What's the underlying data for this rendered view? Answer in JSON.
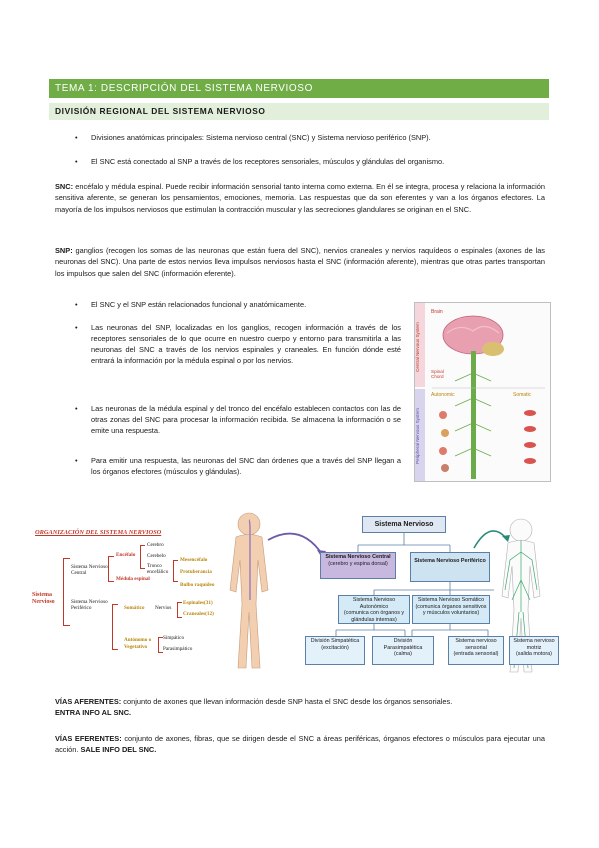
{
  "header": {
    "title": "TEMA 1: DESCRIPCIÓN DEL SISTEMA NERVIOSO",
    "subtitle": "DIVISIÓN REGIONAL DEL SISTEMA NERVIOSO"
  },
  "bullets_top": [
    "Divisiones anatómicas principales: Sistema nervioso central (SNC) y Sistema nervioso periférico (SNP).",
    "El SNC está conectado al SNP a través de los receptores sensoriales, músculos y glándulas del organismo."
  ],
  "paragraph_snc": {
    "lead": "SNC:",
    "text": " encéfalo y médula espinal. Puede recibir información sensorial tanto interna como externa. En él se integra, procesa y relaciona la información sensitiva aferente, se generan los pensamientos, emociones, memoria. Las respuestas que da son eferentes y van a los órganos efectores. La mayoría de los impulsos nerviosos que estimulan la contracción muscular y las secreciones glandulares se originan en el SNC."
  },
  "paragraph_snp": {
    "lead": "SNP:",
    "text": " ganglios (recogen los somas de las neuronas que están fuera del SNC), nervios craneales y nervios raquídeos o espinales (axones de las neuronas del SNC). Una parte de estos nervios lleva impulsos nerviosos hasta el SNC (información aferente), mientras que otras partes transportan los impulsos que salen del SNC (información eferente)."
  },
  "bullets_mid": [
    "El SNC y el SNP están relacionados funcional y anatómicamente.",
    "Las neuronas del SNP, localizadas en los ganglios, recogen información a través de los receptores sensoriales de lo que ocurre en nuestro cuerpo y entorno para transmitirla a las neuronas del SNC a través de los nervios espinales y craneales. En función dónde esté entrará la información por la médula espinal o por los nervios.",
    "Las neuronas de la médula espinal y del tronco del encéfalo establecen contactos con las de otras zonas del SNC para procesar la información recibida. Se almacena la información o se emite una respuesta.",
    "Para emitir una respuesta, las neuronas del SNC dan órdenes que a través del SNP llegan a los órganos efectores (músculos y glándulas)."
  ],
  "figure_right": {
    "label_cns": "Central Nervous System",
    "label_pns": "Peripheral Nervous System",
    "brain": "Brain",
    "spinal": "Spinal Chord",
    "autonomic": "Autonomic",
    "somatic": "Somatic"
  },
  "org_chart": {
    "title": "ORGANIZACIÓN DEL SISTEMA NERVIOSO",
    "root": "Sistema Nervioso",
    "central": "Sistema Nervioso Central",
    "encefalo": "Encéfalo",
    "cerebro": "Cerebro",
    "cerebelo": "Cerebelo",
    "tronco": "Tronco encefálico",
    "mesencefalo": "Mesencéfalo",
    "protuberancia": "Protuberancia",
    "bulbo": "Bulbo raquídeo",
    "medula": "Médula espinal",
    "periferico": "Sistema Nervioso Periférico",
    "somatico": "Somático",
    "nervios": "Nervios",
    "espinales": "Espinales(31)",
    "craneales": "Craneales(12)",
    "autonomo": "Autónomo o Vegetativo",
    "simpatico": "Simpático",
    "parasimpatico": "Parasimpático"
  },
  "flow_chart": {
    "root": "Sistema Nervioso",
    "snc": "Sistema Nervioso Central",
    "snc_sub": "(cerebro y espina dorsal)",
    "snp": "Sistema Nervioso Periférico",
    "autonomo": "Sistema Nervioso Autonómico",
    "autonomo_sub": "(comunica con órganos y glándulas internas)",
    "somatico": "Sistema Nervioso Somático",
    "somatico_sub": "(comunica órganos sensitivos y músculos voluntarios)",
    "simpatica": "División Simpatética",
    "simpatica_sub": "(excitación)",
    "parasimpatica": "División Parasimpatética",
    "parasimpatica_sub": "(calma)",
    "sensorial": "Sistema nervioso sensorial",
    "sensorial_sub": "(entrada sensorial)",
    "motriz": "Sistema nervioso motriz",
    "motriz_sub": "(salida motora)"
  },
  "paragraph_aferentes": {
    "lead": "VÍAS AFERENTES:",
    "text": " conjunto de axones que llevan información desde SNP hasta el SNC desde los órganos sensoriales.",
    "tail": "ENTRA INFO AL SNC."
  },
  "paragraph_eferentes": {
    "lead": "VÍAS EFERENTES:",
    "text": " conjunto de axones, fibras, que se dirigen desde el SNC a áreas periféricas, órganos efectores o músculos para ejecutar una acción.",
    "tail": "SALE INFO DEL SNC."
  },
  "colors": {
    "header_green": "#70ad47",
    "sub_green": "#e2efda",
    "chart_red": "#c0392b",
    "node_blue": "#5b7fa6"
  }
}
